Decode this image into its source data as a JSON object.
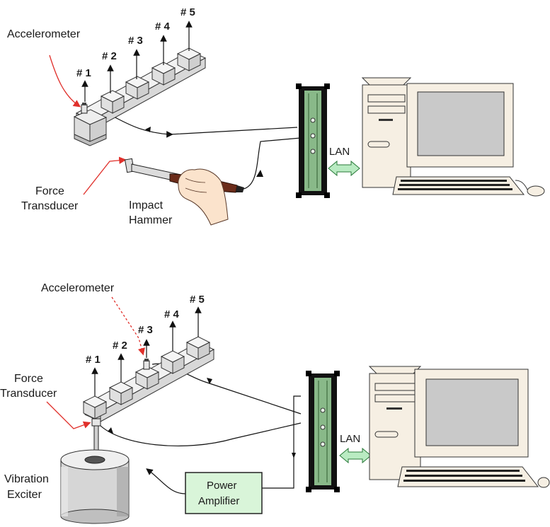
{
  "colors": {
    "pointer_red": "#e0302b",
    "lan_arrow": "#b9ebc2",
    "amp_fill": "#d9f5d9",
    "rack_green": "#89b989",
    "hammer_brown": "#6b2c1a",
    "computer_cream": "#f6efe3"
  },
  "top": {
    "accelerometer": "Accelerometer",
    "force_transducer_1": "Force",
    "force_transducer_2": "Transducer",
    "hammer_1": "Impact",
    "hammer_2": "Hammer",
    "lan": "LAN",
    "points": [
      "# 1",
      "# 2",
      "# 3",
      "# 4",
      "# 5"
    ]
  },
  "bottom": {
    "accelerometer": "Accelerometer",
    "force_transducer_1": "Force",
    "force_transducer_2": "Transducer",
    "exciter_1": "Vibration",
    "exciter_2": "Exciter",
    "amp_1": "Power",
    "amp_2": "Amplifier",
    "lan": "LAN",
    "points": [
      "# 1",
      "# 2",
      "# 3",
      "# 4",
      "# 5"
    ]
  }
}
